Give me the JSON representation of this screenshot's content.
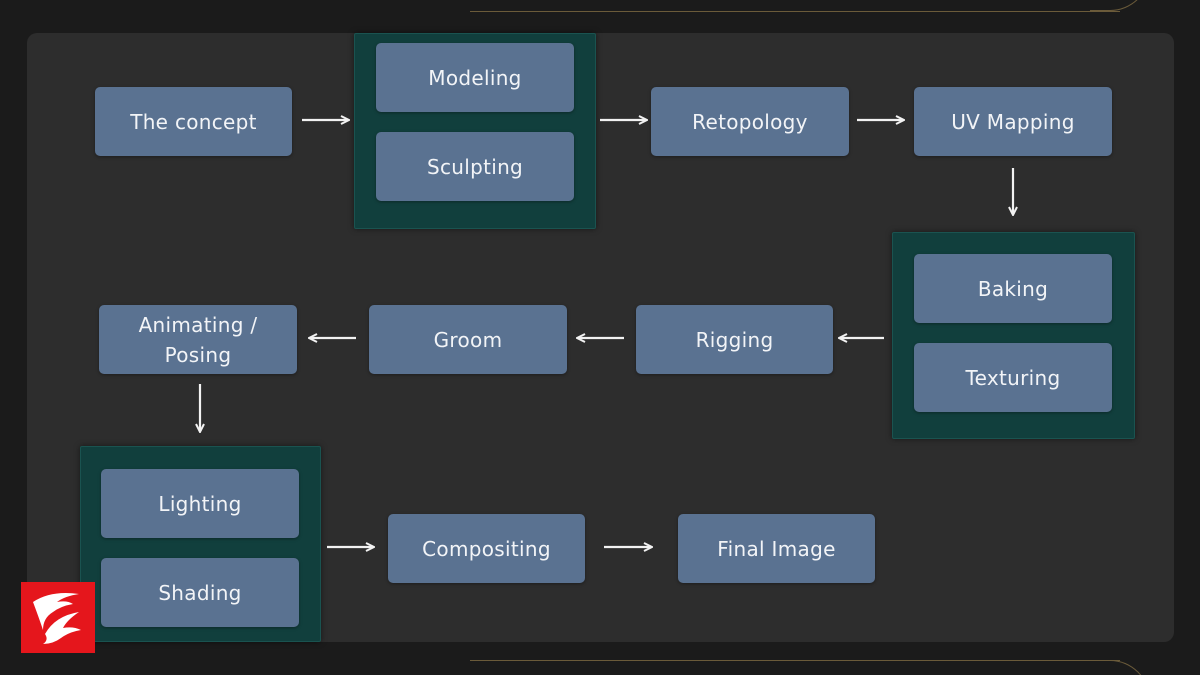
{
  "nodes": {
    "concept": "The concept",
    "modeling": "Modeling",
    "sculpting": "Sculpting",
    "retopology": "Retopology",
    "uv_mapping": "UV Mapping",
    "baking": "Baking",
    "texturing": "Texturing",
    "rigging": "Rigging",
    "groom": "Groom",
    "animating_line1": "Animating /",
    "animating_line2": "Posing",
    "lighting": "Lighting",
    "shading": "Shading",
    "compositing": "Compositing",
    "final_image": "Final Image"
  },
  "colors": {
    "node_fill": "#5a7291",
    "group_fill": "#113f3d",
    "panel_bg": "#2d2d2d",
    "logo_red": "#e5161c",
    "arrow": "#f2f2f2"
  }
}
